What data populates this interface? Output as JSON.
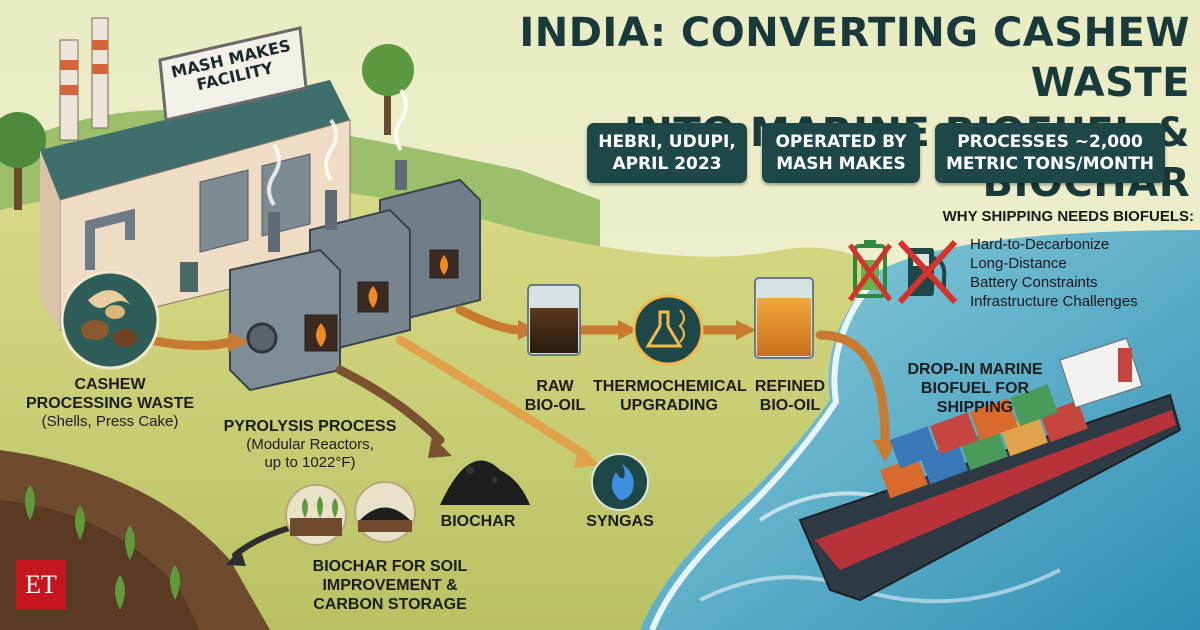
{
  "title": {
    "line1": "INDIA: CONVERTING CASHEW WASTE",
    "line2": "INTO MARINE BIOFUEL & BIOCHAR"
  },
  "info_pills": [
    {
      "line1": "HEBRI, UDUPI,",
      "line2": "APRIL 2023"
    },
    {
      "line1": "OPERATED BY",
      "line2": "MASH MAKES"
    },
    {
      "line1": "PROCESSES ~2,000",
      "line2": "METRIC TONS/MONTH"
    }
  ],
  "facility_sign": {
    "line1": "MASH MAKES",
    "line2": "FACILITY"
  },
  "why_shipping": {
    "heading": "WHY SHIPPING NEEDS BIOFUELS:",
    "items": [
      "Hard-to-Decarbonize",
      "Long-Distance",
      "Battery Constraints",
      "Infrastructure Challenges"
    ]
  },
  "stages": {
    "cashew": {
      "line1": "CASHEW",
      "line2": "PROCESSING WASTE",
      "sub": "(Shells, Press Cake)"
    },
    "pyrolysis": {
      "label": "PYROLYSIS PROCESS",
      "sub1": "(Modular Reactors,",
      "sub2": "up to 1022°F)"
    },
    "raw_oil": {
      "line1": "RAW",
      "line2": "BIO-OIL"
    },
    "upgrading": {
      "line1": "THERMOCHEMICAL",
      "line2": "UPGRADING"
    },
    "refined_oil": {
      "line1": "REFINED",
      "line2": "BIO-OIL"
    },
    "syngas": {
      "label": "SYNGAS"
    },
    "biochar": {
      "label": "BIOCHAR"
    },
    "soil": {
      "line1": "BIOCHAR FOR SOIL",
      "line2": "IMPROVEMENT &",
      "line3": "CARBON STORAGE"
    },
    "marine": {
      "line1": "DROP-IN MARINE",
      "line2": "BIOFUEL FOR",
      "line3": "SHIPPING"
    }
  },
  "logo": {
    "text": "ET"
  },
  "colors": {
    "teal_dark": "#1e4848",
    "title": "#183a3a",
    "sea": "#5bb5cf",
    "land": "#cdd27a",
    "arrow": "#c87a30",
    "reactor": "#6d7b86",
    "logo_red": "#c4161c"
  },
  "icons": [
    "cashew-icon",
    "battery-crossed-icon",
    "fuel-pump-crossed-icon",
    "flask-icon",
    "flame-icon",
    "seedling-icon",
    "biochar-pile-icon",
    "smokestack-icon"
  ]
}
